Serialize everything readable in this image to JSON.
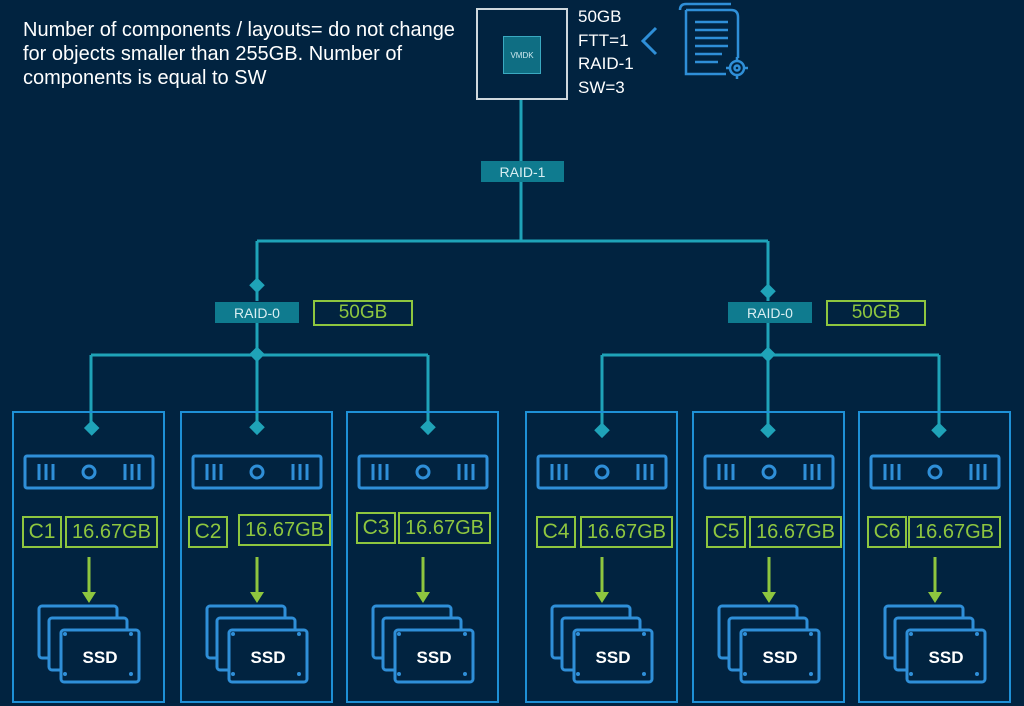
{
  "note": {
    "text": "Number of components / layouts= do not change for objects smaller than 255GB. Number of components is equal to SW"
  },
  "object": {
    "label": "VMDK",
    "policy_lines": [
      "50GB",
      "FTT=1",
      "RAID-1",
      "SW=3"
    ],
    "icon": "policy-document-gear-icon"
  },
  "root_raid": {
    "label": "RAID-1"
  },
  "branches": [
    {
      "raid_label": "RAID-0",
      "size_label": "50GB"
    },
    {
      "raid_label": "RAID-0",
      "size_label": "50GB"
    }
  ],
  "hosts": [
    {
      "component": "C1",
      "size": "16.67GB",
      "disk_label": "SSD"
    },
    {
      "component": "C2",
      "size": "16.67GB",
      "disk_label": "SSD"
    },
    {
      "component": "C3",
      "size": "16.67GB",
      "disk_label": "SSD"
    },
    {
      "component": "C4",
      "size": "16.67GB",
      "disk_label": "SSD"
    },
    {
      "component": "C5",
      "size": "16.67GB",
      "disk_label": "SSD"
    },
    {
      "component": "C6",
      "size": "16.67GB",
      "disk_label": "SSD"
    }
  ],
  "colors": {
    "background": "#012340",
    "connector": "#1fa3b8",
    "raid_tag": "#0f7b8f",
    "accent_green": "#8ec63f",
    "host_border": "#1e90d6",
    "icon_blue": "#2f8fd8"
  }
}
